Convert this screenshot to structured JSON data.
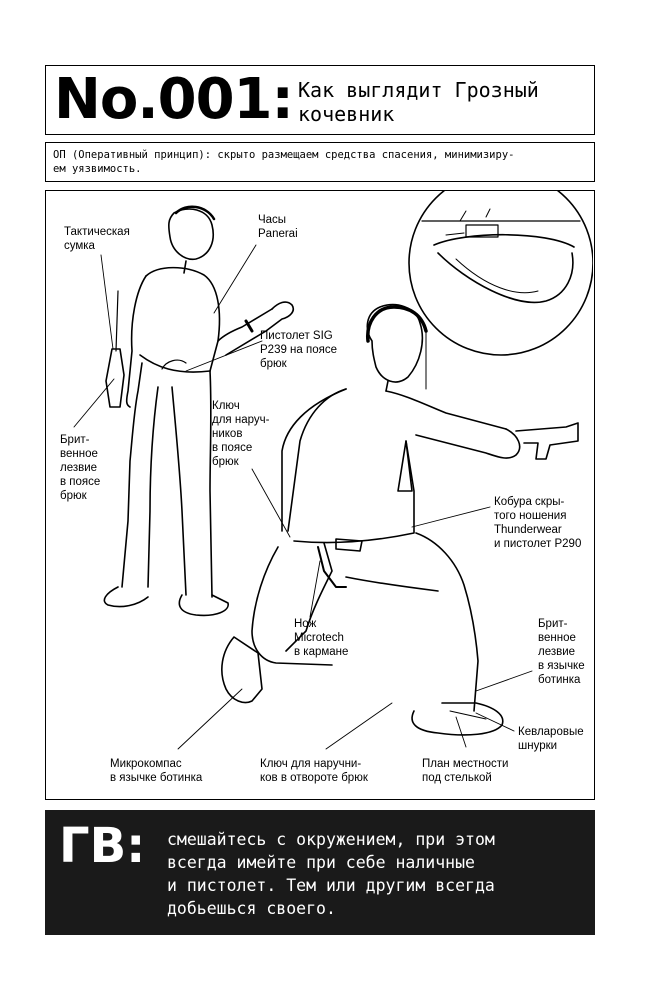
{
  "title": {
    "number": "No.001:",
    "line1": "Как выглядит Грозный",
    "line2": "кочевник"
  },
  "op": {
    "line1": "ОП (Оперативный принцип): скрыто размещаем средства спасения, минимизиру-",
    "line2": "ем уязвимость."
  },
  "labels": {
    "tactical_bag": [
      "Тактическая",
      "сумка"
    ],
    "watch": [
      "Часы",
      "Panerai"
    ],
    "sig_pistol": [
      "Пистолет SIG",
      "P239 на поясе",
      "брюк"
    ],
    "handcuff_key_belt": [
      "Ключ",
      "для наруч-",
      "ников",
      "в поясе",
      "брюк"
    ],
    "razor_belt": [
      "Брит-",
      "венное",
      "лезвие",
      "в поясе",
      "брюк"
    ],
    "holster": [
      "Кобура скры-",
      "того ношения",
      "Thunderwear",
      "и пистолет P290"
    ],
    "knife": [
      "Нож",
      "Microtech",
      "в кармане"
    ],
    "razor_boot": [
      "Брит-",
      "венное",
      "лезвие",
      "в язычке",
      "ботинка"
    ],
    "kevlar_laces": [
      "Кевларовые",
      "шнурки"
    ],
    "microcompass": [
      "Микрокомпас",
      "в язычке ботинка"
    ],
    "handcuff_key_cuff": [
      "Ключ для наручни-",
      "ков в отвороте брюк"
    ],
    "map": [
      "План местности",
      "под стелькой"
    ]
  },
  "bottom": {
    "label": "ГВ:",
    "line1": "смешайтесь с окружением, при этом",
    "line2": "всегда имейте при себе наличные",
    "line3": "и пистолет. Тем или другим всегда",
    "line4": "добьешься своего."
  }
}
